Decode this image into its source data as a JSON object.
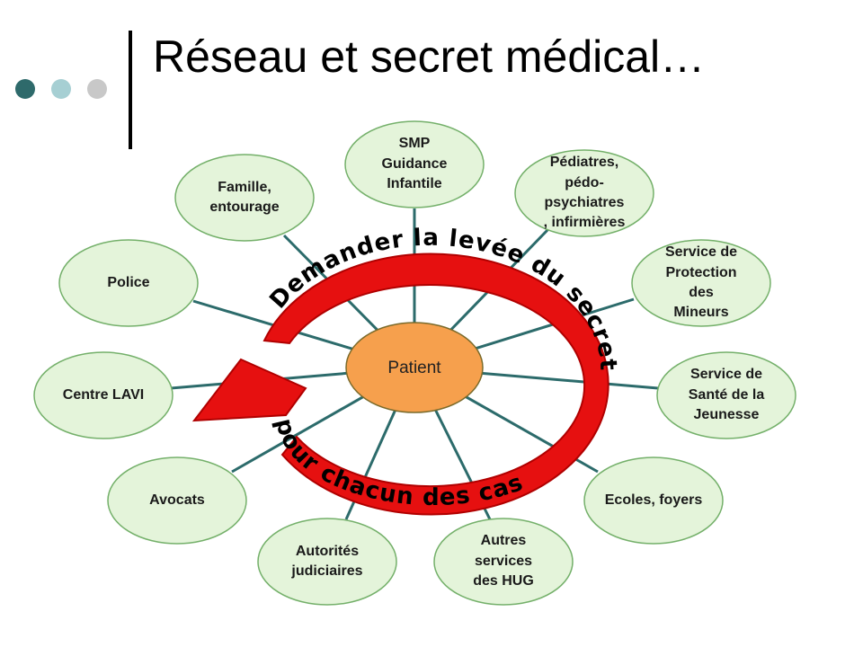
{
  "slide": {
    "title": "Réseau et secret médical…",
    "colors": {
      "accent_dark": "#2e6a6b",
      "accent_light": "#a6cfd3",
      "accent_grey": "#c8c8c8",
      "node_fill": "#e4f4da",
      "node_stroke": "#74b06a",
      "patient_fill": "#f6a04d",
      "arrow": "#e61010",
      "connector": "#2c6b6b"
    }
  },
  "diagram": {
    "center": "Patient",
    "arrow_text": "Demander la levée du secret pour chacun des cas",
    "nodes": [
      {
        "id": "smp",
        "lines": [
          "SMP",
          "Guidance",
          "Infantile"
        ]
      },
      {
        "id": "pediatres",
        "lines": [
          "Pédiatres,",
          "pédo-",
          "psychiatres",
          ", infirmières"
        ]
      },
      {
        "id": "spm",
        "lines": [
          "Service de",
          "Protection",
          "des",
          "Mineurs"
        ]
      },
      {
        "id": "ssj",
        "lines": [
          "Service de",
          "Santé de la",
          "Jeunesse"
        ]
      },
      {
        "id": "ecoles",
        "lines": [
          "Ecoles, foyers"
        ]
      },
      {
        "id": "hug",
        "lines": [
          "Autres",
          "services",
          "des HUG"
        ]
      },
      {
        "id": "judiciaires",
        "lines": [
          "Autorités",
          "judiciaires"
        ]
      },
      {
        "id": "avocats",
        "lines": [
          "Avocats"
        ]
      },
      {
        "id": "lavi",
        "lines": [
          "Centre LAVI"
        ]
      },
      {
        "id": "police",
        "lines": [
          "Police"
        ]
      },
      {
        "id": "famille",
        "lines": [
          "Famille,",
          "entourage"
        ]
      }
    ]
  }
}
